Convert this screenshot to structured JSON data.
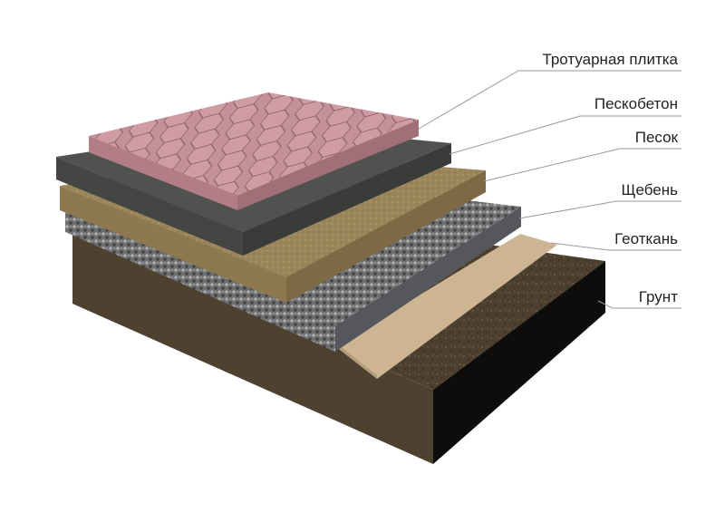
{
  "diagram": {
    "layers": [
      {
        "id": "paving",
        "label": "Тротуарная плитка",
        "color": "#c8939b"
      },
      {
        "id": "sandconcrete",
        "label": "Пескобетон",
        "color": "#4a4c4a"
      },
      {
        "id": "sand",
        "label": "Песок",
        "color": "#a08a5a"
      },
      {
        "id": "gravel",
        "label": "Щебень",
        "color": "#7c7e80"
      },
      {
        "id": "geotextile",
        "label": "Геоткань",
        "color": "#cdb493"
      },
      {
        "id": "soil",
        "label": "Грунт",
        "color": "#4a3d2c"
      }
    ],
    "leader_color": "#9a9a9a"
  }
}
